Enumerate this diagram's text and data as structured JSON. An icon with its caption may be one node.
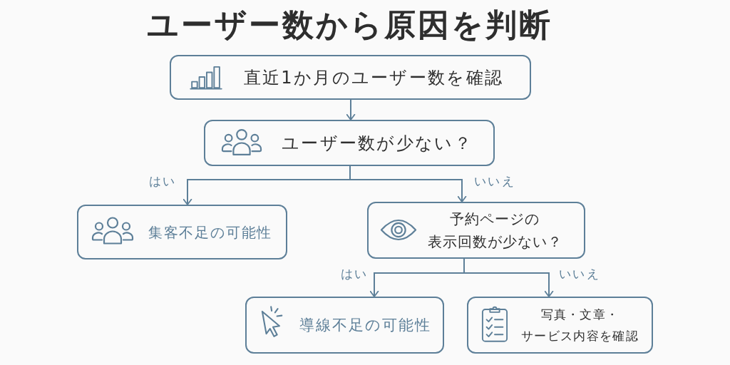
{
  "diagram": {
    "title": "ユーザー数から原因を判断",
    "nodes": [
      {
        "text": [
          "直近1か月のユーザー数を確認"
        ]
      },
      {
        "text": [
          "ユーザー数が少ない？"
        ]
      },
      {
        "text": [
          "集客不足の可能性"
        ]
      },
      {
        "text": [
          "予約ページの表示回数が少ない？"
        ]
      },
      {
        "text": [
          "導線不足の可能性"
        ]
      },
      {
        "text": [
          "写真・文章・サービス内容を確認"
        ]
      }
    ],
    "edges": [
      {
        "from": 0,
        "to": 1,
        "arrow": "to"
      },
      {
        "from": 1,
        "to": 2,
        "arrow": "to",
        "label": "はい"
      },
      {
        "from": 1,
        "to": 3,
        "arrow": "to",
        "label": "いいえ"
      },
      {
        "from": 3,
        "to": 4,
        "arrow": "to",
        "label": "はい"
      },
      {
        "from": 3,
        "to": 5,
        "arrow": "to",
        "label": "いいえ"
      }
    ]
  }
}
